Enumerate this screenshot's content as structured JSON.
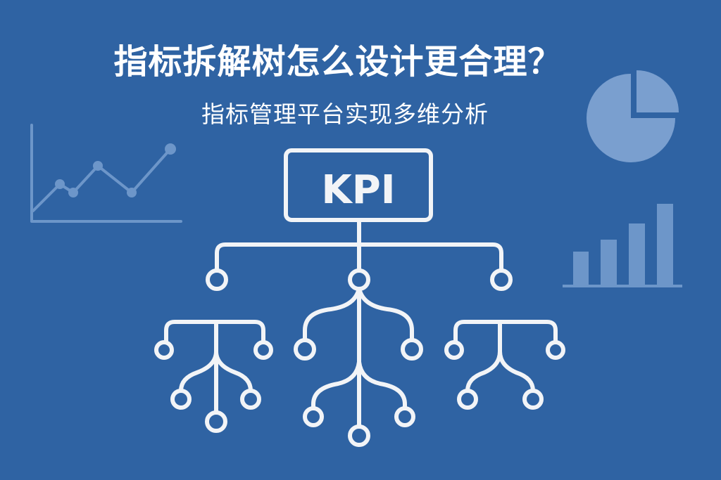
{
  "title": "指标拆解树怎么设计更合理？",
  "subtitle": "指标管理平台实现多维分析",
  "kpi_label": "KPI",
  "colors": {
    "background": "#2f63a3",
    "foreground": "#f2f4f7",
    "decoration": "#6d96c9"
  }
}
